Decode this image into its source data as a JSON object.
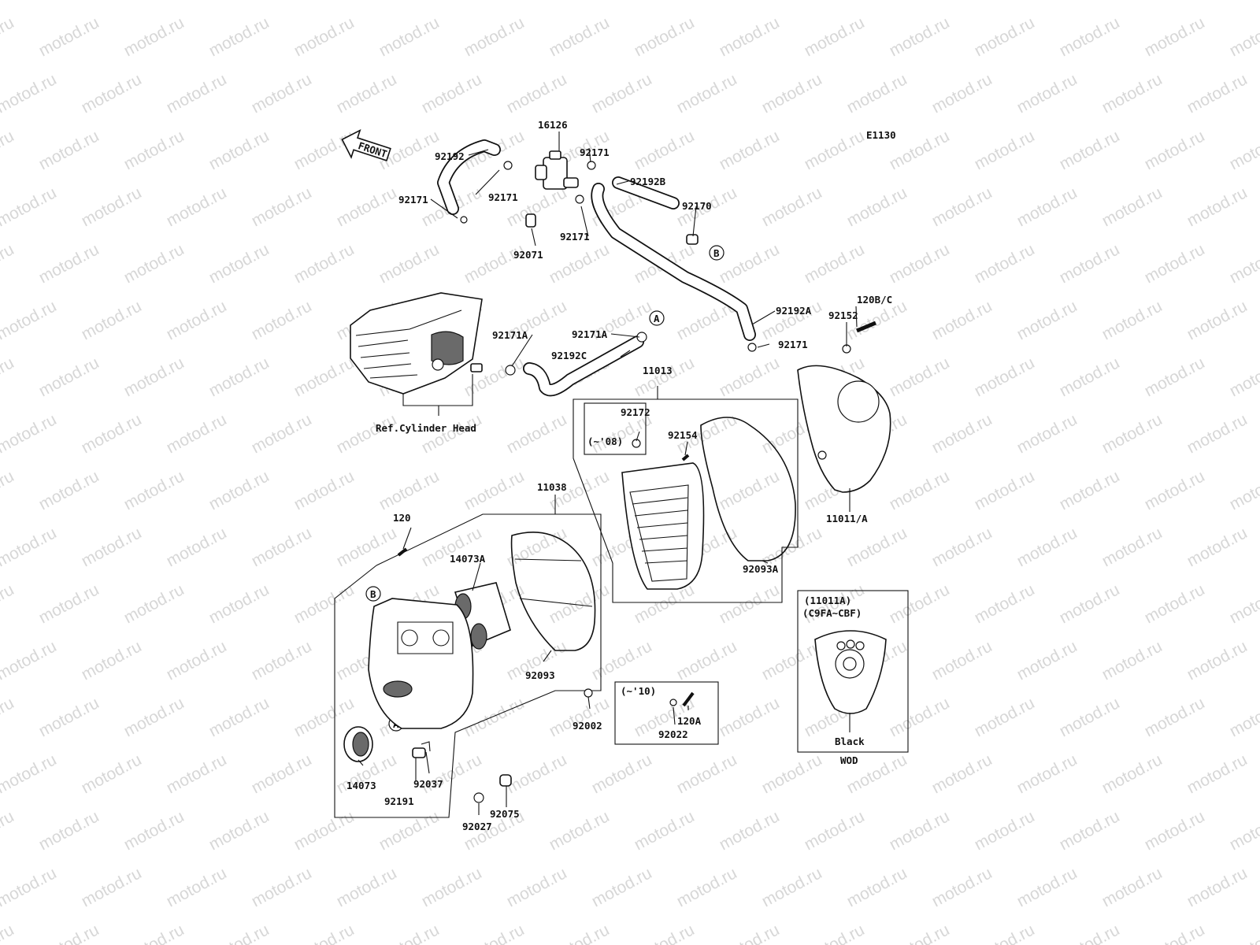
{
  "diagram_code": "E1130",
  "watermark": "motod.ru",
  "front_label": "FRONT",
  "ref_label": "Ref.Cylinder Head",
  "markers": {
    "a": "A",
    "b": "B"
  },
  "variants": {
    "box_92172_note": "(~'08)",
    "box_120a_note": "(~'10)",
    "inset_title_1": "(11011A)",
    "inset_title_2": "(C9FA~CBF)",
    "inset_color": "Black",
    "inset_code": "WOD"
  },
  "parts": {
    "p16126": "16126",
    "p92192": "92192",
    "p92171_a": "92171",
    "p92171_b": "92171",
    "p92171_c": "92171",
    "p92171_d": "92171",
    "p92171_e": "92171",
    "p92192b": "92192B",
    "p92170": "92170",
    "p92071": "92071",
    "p92192a": "92192A",
    "p120bc": "120B/C",
    "p92152": "92152",
    "p92171a_1": "92171A",
    "p92171a_2": "92171A",
    "p92192c": "92192C",
    "p11013": "11013",
    "p92172": "92172",
    "p92154": "92154",
    "p11011a": "11011/A",
    "p11038": "11038",
    "p120": "120",
    "p14073a": "14073A",
    "p92093a": "92093A",
    "p92093": "92093",
    "p92002": "92002",
    "p92022": "92022",
    "p120a": "120A",
    "p14073": "14073",
    "p92037": "92037",
    "p92191": "92191",
    "p92027": "92027",
    "p92075": "92075"
  }
}
